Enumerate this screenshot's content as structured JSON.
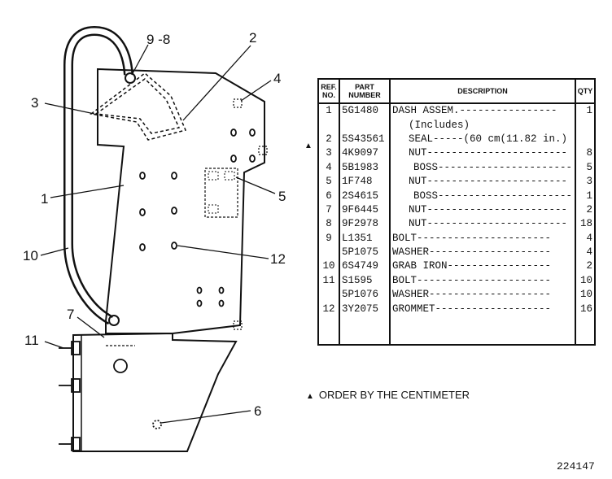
{
  "callouts": {
    "c98": "9 -8",
    "c2": "2",
    "c3": "3",
    "c4": "4",
    "c1": "1",
    "c5": "5",
    "c10": "10",
    "c12": "12",
    "c7": "7",
    "c11": "11",
    "c6": "6"
  },
  "table": {
    "headers": {
      "ref": "REF. NO.",
      "part": "PART NUMBER",
      "desc": "DESCRIPTION",
      "qty": "QTY"
    },
    "rows": [
      {
        "ref": "1",
        "part": "5G1480",
        "desc": "DASH ASSEM.----------------",
        "qty": "1"
      },
      {
        "ref": "",
        "part": "",
        "desc": "(Includes)",
        "qty": ""
      },
      {
        "ref": "2",
        "part": "5S43561",
        "desc": "SEAL-----(60 cm(11.82 in.)",
        "qty": ""
      },
      {
        "ref": "3",
        "part": "4K9097",
        "desc": "NUT-----------------------",
        "qty": "8"
      },
      {
        "ref": "4",
        "part": "5B1983",
        "desc": "BOSS----------------------",
        "qty": "5"
      },
      {
        "ref": "5",
        "part": "1F748",
        "desc": "NUT-----------------------",
        "qty": "3"
      },
      {
        "ref": "6",
        "part": "2S4615",
        "desc": "BOSS----------------------",
        "qty": "1"
      },
      {
        "ref": "7",
        "part": "9F6445",
        "desc": "NUT-----------------------",
        "qty": "2"
      },
      {
        "ref": "8",
        "part": "9F2978",
        "desc": "NUT-----------------------",
        "qty": "18"
      },
      {
        "ref": "9",
        "part": "L1351",
        "desc": "BOLT----------------------",
        "qty": "4"
      },
      {
        "ref": "",
        "part": "5P1075",
        "desc": "WASHER--------------------",
        "qty": "4"
      },
      {
        "ref": "10",
        "part": "6S4749",
        "desc": "GRAB IRON-----------------",
        "qty": "2"
      },
      {
        "ref": "11",
        "part": "S1595",
        "desc": "BOLT----------------------",
        "qty": "10"
      },
      {
        "ref": "",
        "part": "5P1076",
        "desc": "WASHER--------------------",
        "qty": "10"
      },
      {
        "ref": "12",
        "part": "3Y2075",
        "desc": "GROMMET-------------------",
        "qty": "16"
      }
    ]
  },
  "marker_symbol": "▲",
  "note": "ORDER BY THE CENTIMETER",
  "drawing_number": "224147"
}
